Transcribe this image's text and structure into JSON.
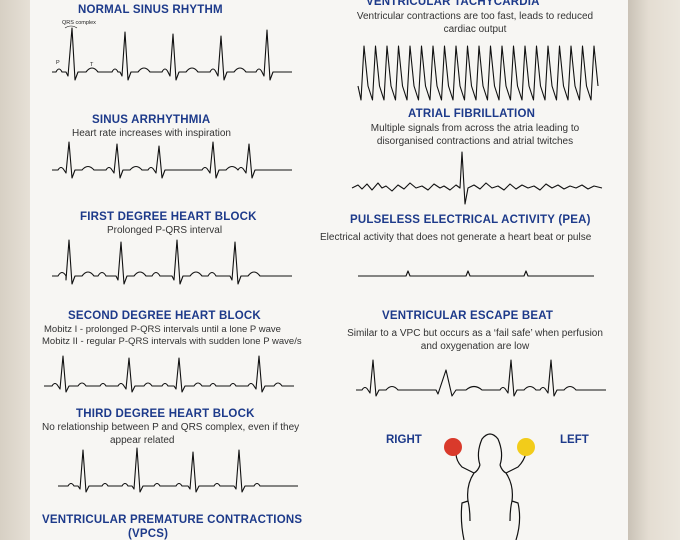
{
  "left_column": [
    {
      "title": "NORMAL SINUS RHYTHM",
      "description": ""
    },
    {
      "title": "SINUS ARRHYTHMIA",
      "description": "Heart rate increases with inspiration"
    },
    {
      "title": "FIRST DEGREE HEART BLOCK",
      "description": "Prolonged P-QRS interval"
    },
    {
      "title": "SECOND DEGREE HEART BLOCK",
      "description_lines": [
        "Mobitz I - prolonged P-QRS intervals until a lone P wave",
        "Mobitz II - regular P-QRS intervals with sudden lone P wave/s"
      ]
    },
    {
      "title": "THIRD DEGREE HEART BLOCK",
      "description_lines": [
        "No relationship between P and QRS complex, even if they",
        "appear related"
      ]
    },
    {
      "title": "VENTRICULAR PREMATURE CONTRACTIONS",
      "title_line2": "(VPCS)"
    }
  ],
  "right_column": [
    {
      "title": "VENTRICULAR TACHYCARDIA",
      "description_lines": [
        "Ventricular contractions are too fast, leads to reduced",
        "cardiac output"
      ]
    },
    {
      "title": "ATRIAL FIBRILLATION",
      "description_lines": [
        "Multiple signals from across the atria leading to",
        "disorganised contractions and atrial twitches"
      ]
    },
    {
      "title": "PULSELESS ELECTRICAL ACTIVITY (PEA)",
      "description": "Electrical activity that does not generate a heart beat or pulse"
    },
    {
      "title": "VENTRICULAR ESCAPE BEAT",
      "description_lines": [
        "Similar to a VPC but occurs as a ‘fail safe’ when perfusion",
        "and oxygenation are low"
      ]
    }
  ],
  "annotations": {
    "qrs": "QRS complex",
    "p": "P",
    "t": "T"
  },
  "figure": {
    "right_label": "RIGHT",
    "left_label": "LEFT",
    "right_color": "#d93a2b",
    "left_color": "#f2cc1a"
  }
}
